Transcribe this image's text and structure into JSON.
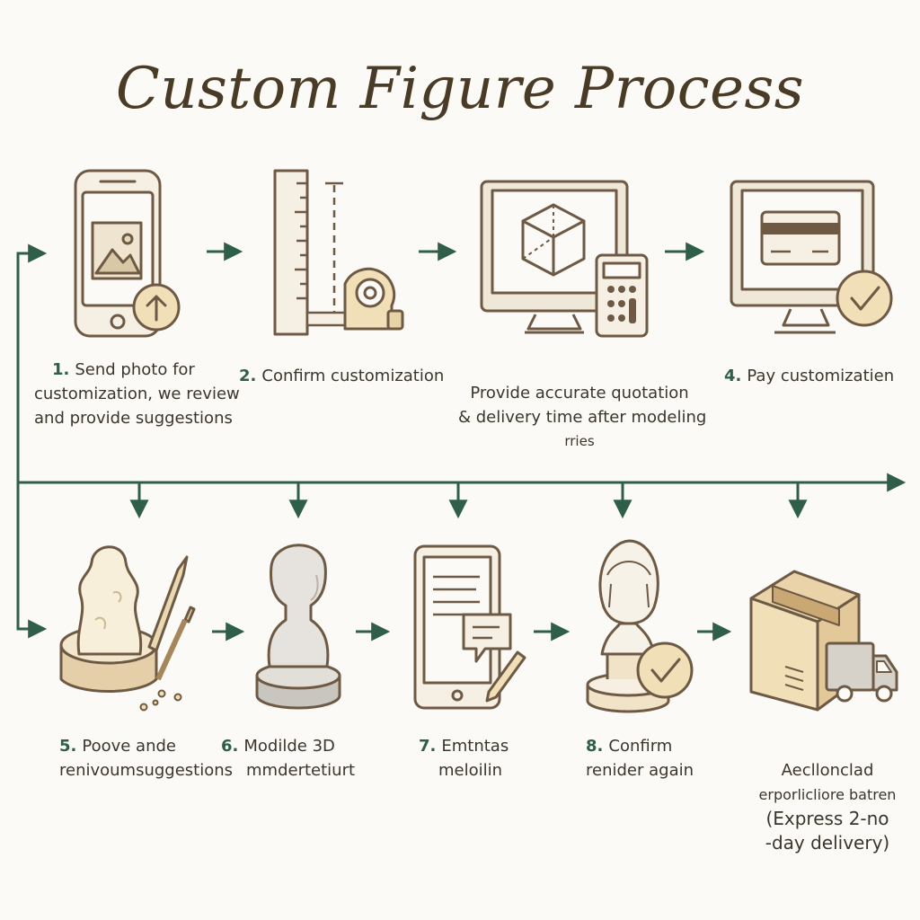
{
  "title": "Custom Figure Process",
  "colors": {
    "background": "#fbfaf6",
    "title": "#4a3b26",
    "arrow": "#2f5f48",
    "outline": "#6e5a44",
    "accent_fill": "#f1dfb8",
    "icon_fill": "#efe7d7"
  },
  "steps": [
    {
      "number": "1.",
      "lines": [
        "Send photo for",
        "customization, we review",
        "and provide suggestions"
      ],
      "icon": "phone-photo-upload-icon"
    },
    {
      "number": "2.",
      "lines": [
        "Confirm customization"
      ],
      "icon": "ruler-tape-measure-icon"
    },
    {
      "number": "",
      "lines": [
        "Provide accurate quotation",
        "& delivery time after modeling",
        "rriеs"
      ],
      "icon": "monitor-cube-calculator-icon"
    },
    {
      "number": "4.",
      "lines": [
        "Pay customizatien"
      ],
      "icon": "monitor-card-check-icon"
    },
    {
      "number": "5.",
      "lines": [
        "Poove ande",
        "renivoumsuggestions"
      ],
      "icon": "clay-sculpt-tools-icon"
    },
    {
      "number": "6.",
      "lines": [
        "Modilde 3D",
        "mmdertetiurt"
      ],
      "icon": "gray-bust-model-icon"
    },
    {
      "number": "7.",
      "lines": [
        "Emtntas",
        "meloilin"
      ],
      "icon": "tablet-edit-chat-icon"
    },
    {
      "number": "8.",
      "lines": [
        "Confirm",
        "renider again"
      ],
      "icon": "figure-render-check-icon"
    },
    {
      "number": "",
      "lines": [
        "Aecllonclad",
        "erporlicliore batren",
        "(Express 2-no",
        "-day delivery)"
      ],
      "icon": "box-delivery-truck-icon"
    }
  ]
}
